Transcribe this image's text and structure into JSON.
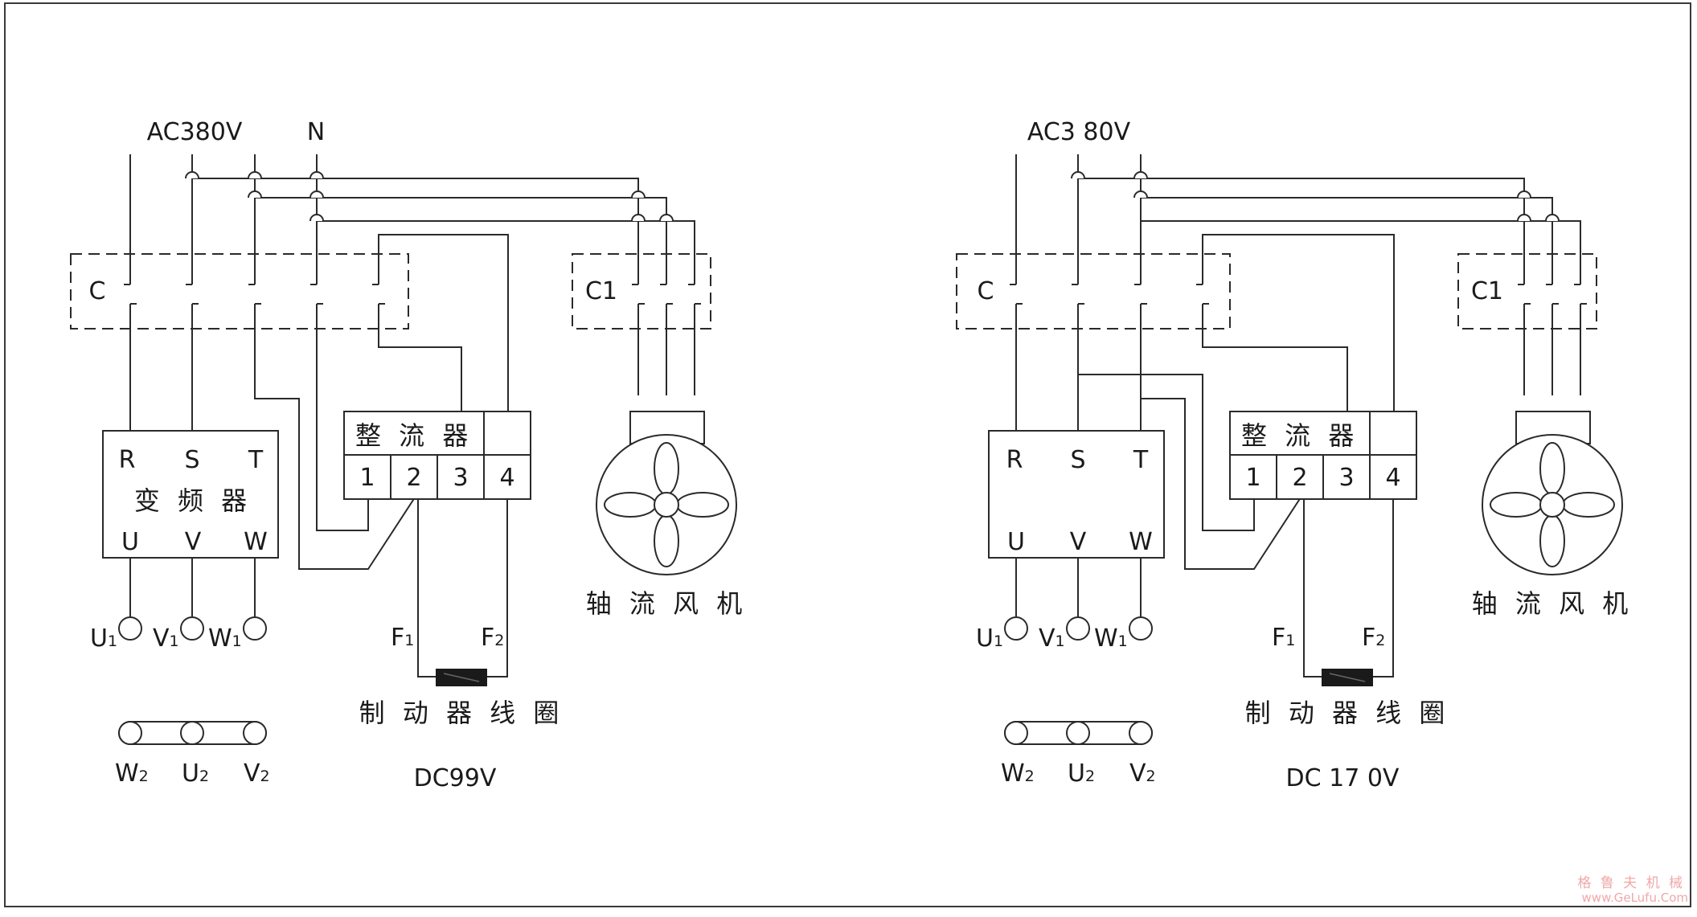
{
  "diagrams": [
    {
      "supply_label": "AC380V",
      "neutral_label": "N",
      "contactor_main": "C",
      "contactor_fan": "C1",
      "inverter": {
        "r": "R",
        "s": "S",
        "t": "T",
        "name": "变 频 器",
        "u": "U",
        "v": "V",
        "w": "W"
      },
      "rectifier": {
        "name": "整 流 器",
        "t1": "1",
        "t2": "2",
        "t3": "3",
        "t4": "4"
      },
      "motor_terms": [
        {
          "main": "U",
          "sub": "1"
        },
        {
          "main": "V",
          "sub": "1"
        },
        {
          "main": "W",
          "sub": "1"
        }
      ],
      "star_terms": [
        {
          "main": "W",
          "sub": "2"
        },
        {
          "main": "U",
          "sub": "2"
        },
        {
          "main": "V",
          "sub": "2"
        }
      ],
      "coil_terms": [
        {
          "main": "F",
          "sub": "1"
        },
        {
          "main": "F",
          "sub": "2"
        }
      ],
      "coil_label": "制 动 器 线 圈",
      "fan_label": "轴 流 风 机",
      "dc_label": "DC99V"
    },
    {
      "supply_label": "AC3 80V",
      "contactor_main": "C",
      "contactor_fan": "C1",
      "inverter": {
        "r": "R",
        "s": "S",
        "t": "T",
        "u": "U",
        "v": "V",
        "w": "W"
      },
      "rectifier": {
        "name": "整 流 器",
        "t1": "1",
        "t2": "2",
        "t3": "3",
        "t4": "4"
      },
      "motor_terms": [
        {
          "main": "U",
          "sub": "1"
        },
        {
          "main": "V",
          "sub": "1"
        },
        {
          "main": "W",
          "sub": "1"
        }
      ],
      "star_terms": [
        {
          "main": "W",
          "sub": "2"
        },
        {
          "main": "U",
          "sub": "2"
        },
        {
          "main": "V",
          "sub": "2"
        }
      ],
      "coil_terms": [
        {
          "main": "F",
          "sub": "1"
        },
        {
          "main": "F",
          "sub": "2"
        }
      ],
      "coil_label": "制 动 器 线 圈",
      "fan_label": "轴 流 风 机",
      "dc_label": "DC 17 0V"
    }
  ],
  "watermark": {
    "brand": "格 鲁 夫 机 械",
    "site": "www.GeLufu.Com"
  }
}
